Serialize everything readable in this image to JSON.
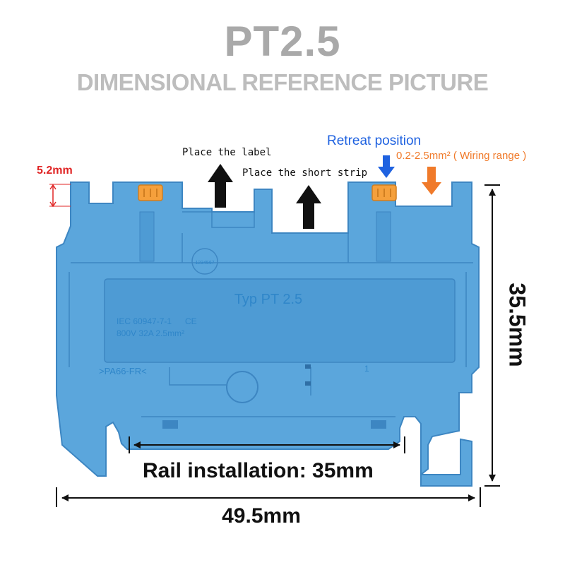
{
  "title": "PT2.5",
  "subtitle": "DIMENSIONAL REFERENCE PICTURE",
  "callouts": {
    "place_label": "Place the label",
    "place_short_strip": "Place the short strip",
    "retreat_position": "Retreat position",
    "wiring_range": "0.2-2.5mm² ( Wiring range )"
  },
  "dimensions": {
    "top_clip": "5.2mm",
    "height": "35.5mm",
    "width": "49.5mm",
    "rail": "Rail installation:  35mm"
  },
  "body_markings": {
    "type": "Typ PT 2.5",
    "standard": "IEC 60947-7-1",
    "ce": "CE",
    "ratings": "800V   32A   2.5mm²",
    "material": ">PA66-FR<",
    "number": "1",
    "date_wheel": "1234567"
  },
  "colors": {
    "body": "#5ba6dc",
    "body_shadow": "#3d86c2",
    "spring_button": "#f5a03c",
    "retreat_arrow": "#1f62e0",
    "wiring_arrow": "#f07a2a",
    "top_clip_text": "#e02525"
  }
}
